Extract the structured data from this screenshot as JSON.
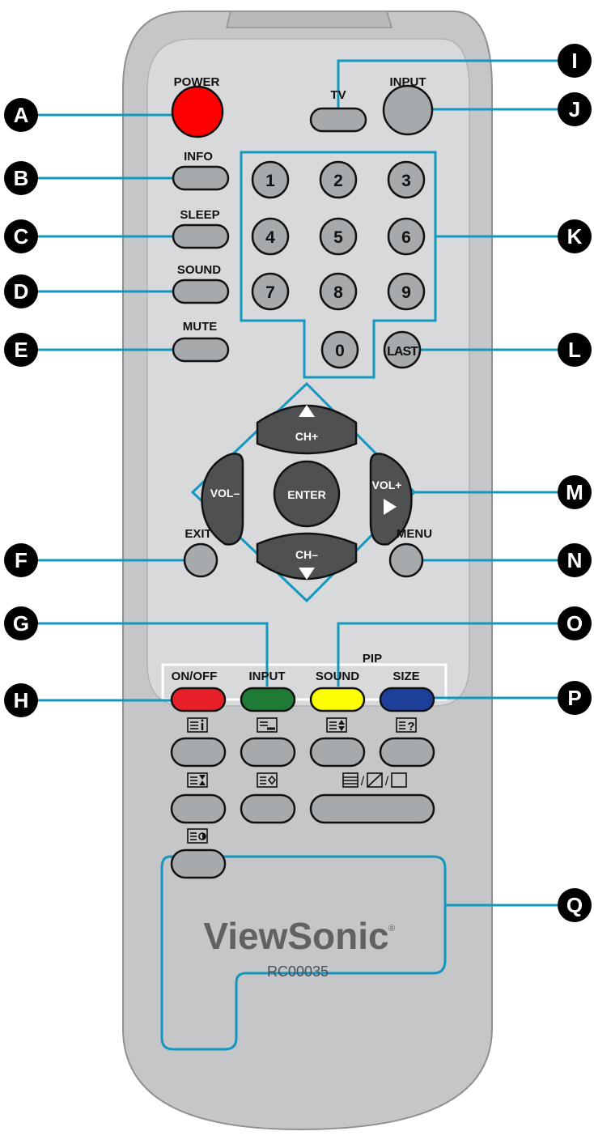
{
  "remote": {
    "brand": "ViewSonic",
    "model": "RC00035",
    "colors": {
      "body": "#c7c9cb",
      "panel": "#d6d8d9",
      "button": "#a6aaad",
      "dpad": "#4e5052",
      "callout_line": "#1397bf",
      "power": "#ff0000",
      "pip_on_off": "#e8202a",
      "pip_input": "#1e7a35",
      "pip_sound": "#ffff00",
      "pip_size": "#1d3f9a"
    }
  },
  "labels": {
    "power": "POWER",
    "tv": "TV",
    "input": "INPUT",
    "info": "INFO",
    "sleep": "SLEEP",
    "sound": "SOUND",
    "mute": "MUTE",
    "last": "LAST",
    "ch_up": "CH+",
    "ch_down": "CH–",
    "vol_down": "VOL–",
    "vol_up": "VOL+",
    "enter": "ENTER",
    "exit": "EXIT",
    "menu": "MENU",
    "pip": "PIP",
    "pip_on_off": "ON/OFF",
    "pip_input": "INPUT",
    "pip_sound": "SOUND",
    "pip_size": "SIZE",
    "mix_mode": "/ /"
  },
  "keypad": [
    "1",
    "2",
    "3",
    "4",
    "5",
    "6",
    "7",
    "8",
    "9",
    "0"
  ],
  "callouts": [
    "A",
    "B",
    "C",
    "D",
    "E",
    "F",
    "G",
    "H",
    "I",
    "J",
    "K",
    "L",
    "M",
    "N",
    "O",
    "P",
    "Q"
  ],
  "icons": {
    "teletext": [
      "teletext-index-icon",
      "teletext-subtitle-icon",
      "teletext-size-icon",
      "teletext-reveal-icon",
      "teletext-hold-icon",
      "teletext-subpage-icon",
      "teletext-mix-icon",
      "teletext-cancel-icon"
    ]
  }
}
